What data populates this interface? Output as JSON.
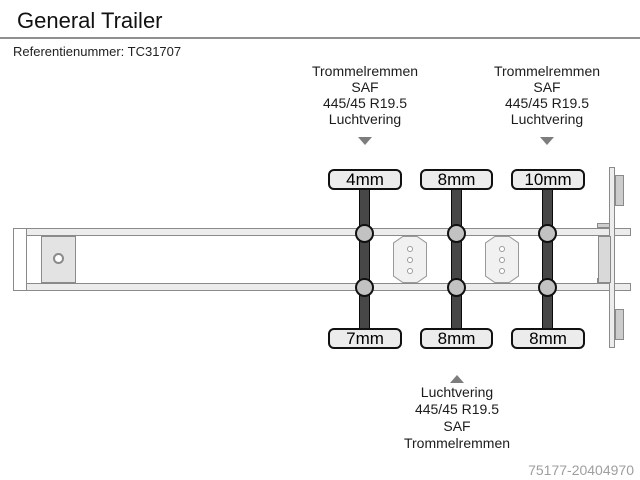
{
  "page": {
    "title": "General Trailer",
    "reference": "Referentienummer: TC31707",
    "watermark": "75177-20404970"
  },
  "specs": {
    "front_axle_group": [
      "Trommelremmen",
      "SAF",
      "445/45 R19.5",
      "Luchtvering"
    ],
    "rear_axle_group": [
      "Trommelremmen",
      "SAF",
      "445/45 R19.5",
      "Luchtvering"
    ],
    "bottom_axle_group": [
      "Luchtvering",
      "445/45 R19.5",
      "SAF",
      "Trommelremmen"
    ]
  },
  "brake_measurements": {
    "top_row": [
      "4mm",
      "8mm",
      "10mm"
    ],
    "bottom_row": [
      "7mm",
      "8mm",
      "8mm"
    ]
  },
  "icons": {
    "pointer_down": "triangle-down",
    "pointer_up": "triangle-up"
  },
  "colors": {
    "axle": "#474747",
    "wheel_hub": "#c2c2c2",
    "chassis_fill": "#ececec",
    "chassis_border": "#8a8a8a",
    "measurement_box_fill": "#ececec",
    "measurement_box_border": "#111111",
    "arrow": "#7d7d7d",
    "divider": "#909090",
    "watermark_text": "#9e9e9e"
  }
}
